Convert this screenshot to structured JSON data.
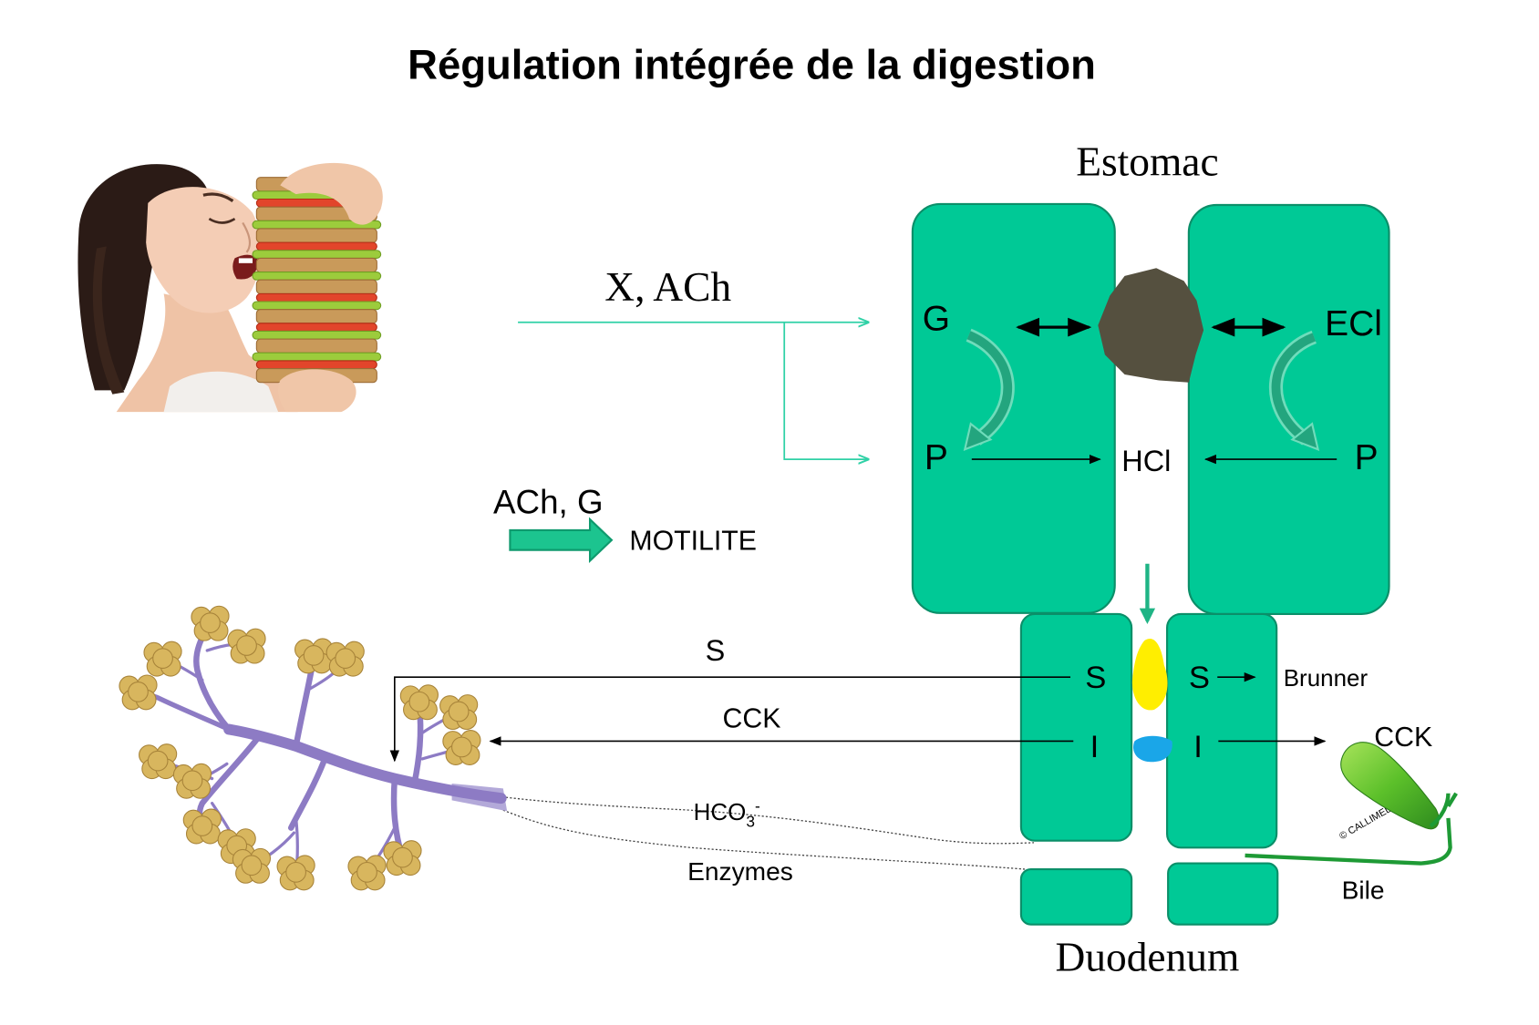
{
  "title": "Régulation intégrée de la digestion",
  "labels": {
    "x_ach": "X, ACh",
    "ach_g": "ACh, G",
    "motilite": "MOTILITE",
    "estomac": "Estomac",
    "g": "G",
    "ecl": "ECl",
    "p_left": "P",
    "p_right": "P",
    "hcl": "HCl",
    "s_left": "S",
    "s_right": "S",
    "i_left": "I",
    "i_right": "I",
    "brunner": "Brunner",
    "cck_right": "CCK",
    "bile": "Bile",
    "s_arrow": "S",
    "cck_arrow": "CCK",
    "hco3": {
      "base": "HCO",
      "sub": "3",
      "sup": "-"
    },
    "enzymes": "Enzymes",
    "duodenum": "Duodenum"
  },
  "watermark": "© CALLIMEDIA",
  "colors": {
    "cell": "#00c996",
    "cell_border": "#0b8f69",
    "signal_arrow": "#2fd1a6",
    "bolus": "#55503f",
    "yellow_cells": "#ffee00",
    "blue_cells": "#1aa6e8",
    "pancreatic_duct": "#8d7bc4",
    "acini": "#d8b65e",
    "gallbladder": "#5cc02a"
  }
}
